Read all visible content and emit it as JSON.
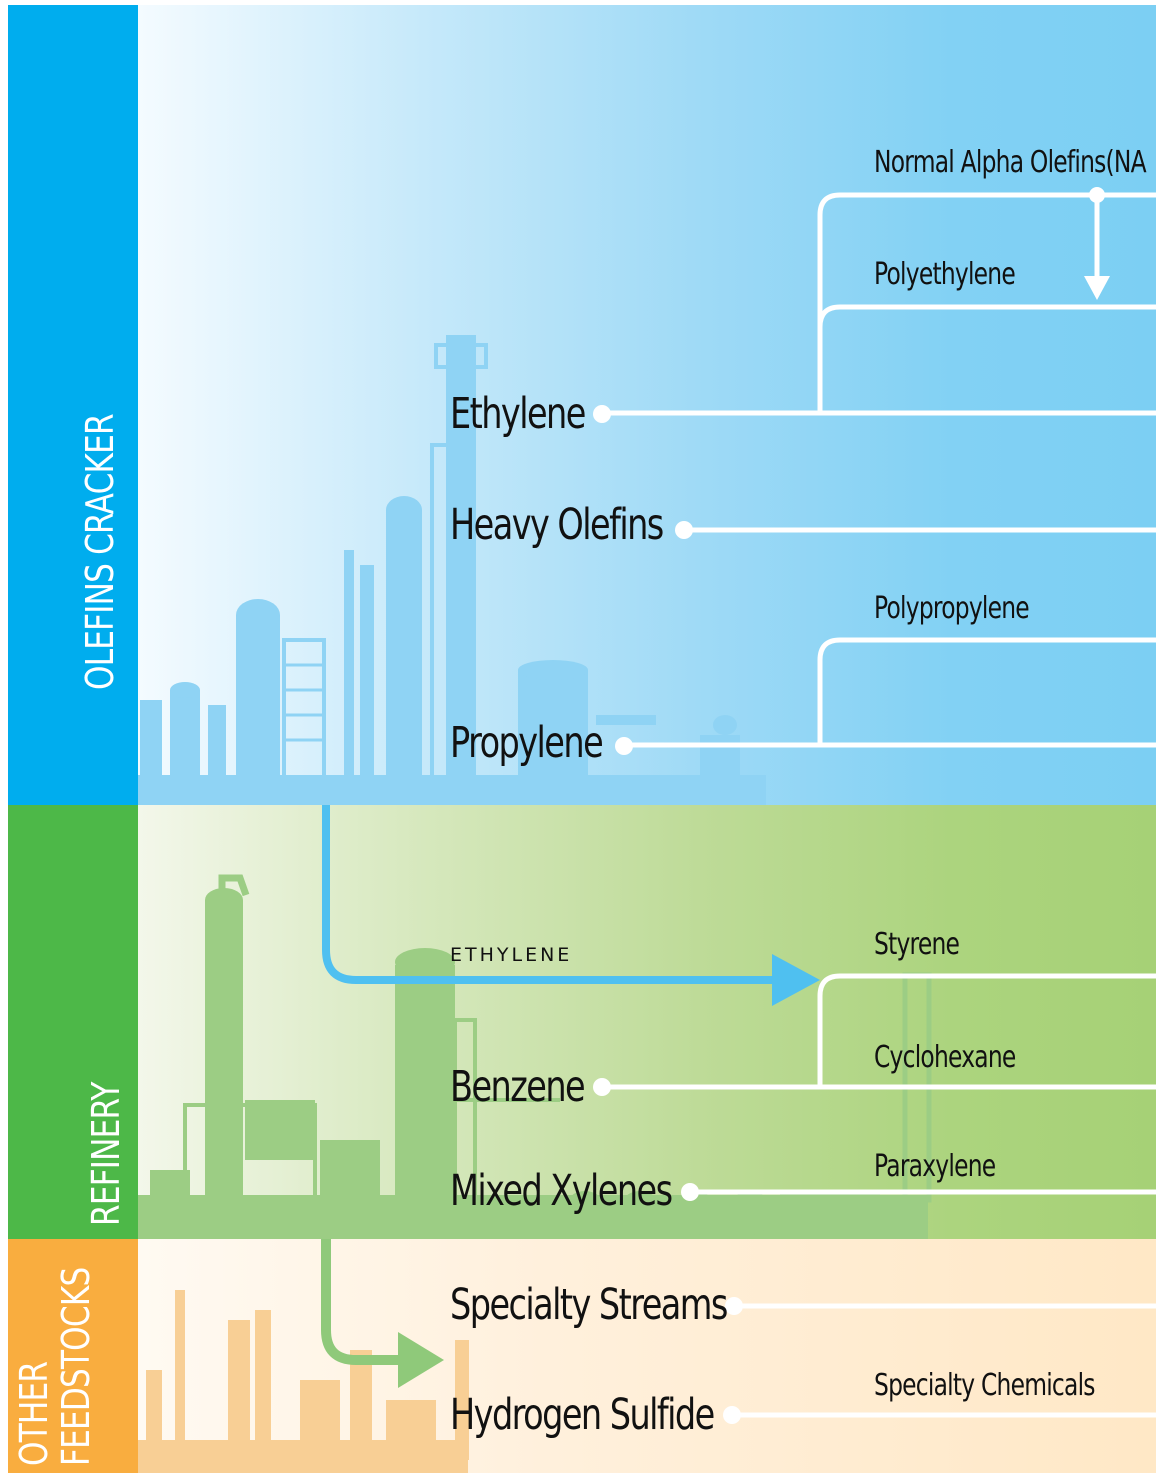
{
  "sections": {
    "olefins": {
      "label": "OLEFINS CRACKER",
      "color": "#00adee"
    },
    "refinery": {
      "label": "REFINERY",
      "color": "#4db848"
    },
    "other": {
      "label_line1": "OTHER",
      "label_line2": "FEEDSTOCKS",
      "color": "#f9ad3f"
    }
  },
  "feedstocks": {
    "ethylene": "Ethylene",
    "heavy_olefins": "Heavy Olefins",
    "propylene": "Propylene",
    "benzene": "Benzene",
    "mixed_xylenes": "Mixed Xylenes",
    "specialty_streams": "Specialty Streams",
    "hydrogen_sulfide": "Hydrogen Sulfide"
  },
  "products": {
    "nao": "Normal Alpha Olefins(NA",
    "polyethylene": "Polyethylene",
    "polypropylene": "Polypropylene",
    "styrene": "Styrene",
    "cyclohexane": "Cyclohexane",
    "paraxylene": "Paraxylene",
    "specialty_chemicals": "Specialty Chemicals"
  },
  "flows": {
    "ethylene_transfer": "ETHYLENE"
  },
  "colors": {
    "line": "#ffffff",
    "blue_arrow": "#4fc0f0",
    "green_arrow": "#8fc97a",
    "blue_silhouette": "#8fd3f4",
    "green_silhouette": "#9ccd84",
    "orange_silhouette": "#f8cf95"
  }
}
